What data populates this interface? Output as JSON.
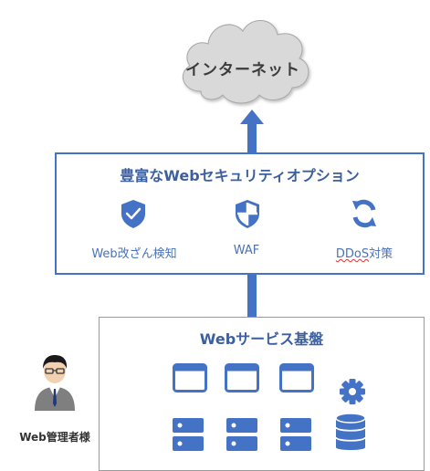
{
  "cloud": {
    "label": "インターネット",
    "icon": "cloud-icon"
  },
  "security_panel": {
    "title": "豊富なWebセキュリティオプション",
    "features": [
      {
        "label": "Web改ざん検知",
        "icon": "shield-check-icon"
      },
      {
        "label": "WAF",
        "icon": "shield-icon"
      },
      {
        "label_main": "DDoS",
        "label_suffix": "対策",
        "icon": "refresh-arrows-icon"
      }
    ]
  },
  "platform": {
    "title": "Webサービス基盤",
    "icons": [
      "window-icon",
      "window-icon",
      "window-icon",
      "gear-icon",
      "server-icon",
      "server-icon",
      "server-icon",
      "database-icon"
    ]
  },
  "admin": {
    "label": "Web管理者様",
    "icon": "person-avatar-icon"
  },
  "colors": {
    "accent": "#4472c4",
    "title_blue": "#3c5fa0",
    "cloud_gray": "#d9d9d9",
    "frame_gray": "#9a9a9a"
  }
}
